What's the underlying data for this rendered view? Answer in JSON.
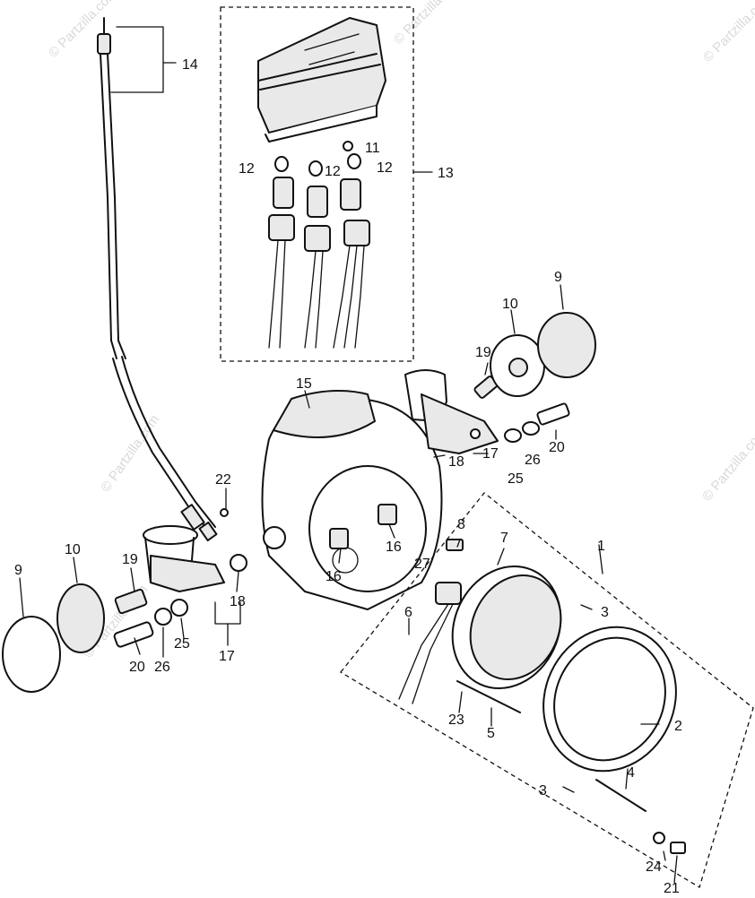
{
  "watermark": "© Partzilla.com",
  "labels": {
    "l1": "1",
    "l2": "2",
    "l3a": "3",
    "l3b": "3",
    "l4": "4",
    "l5": "5",
    "l6": "6",
    "l7": "7",
    "l8": "8",
    "l9a": "9",
    "l9b": "9",
    "l10a": "10",
    "l10b": "10",
    "l11": "11",
    "l12a": "12",
    "l12b": "12",
    "l12c": "12",
    "l13": "13",
    "l14": "14",
    "l15": "15",
    "l16a": "16",
    "l16b": "16",
    "l17a": "17",
    "l17b": "17",
    "l18a": "18",
    "l18b": "18",
    "l19a": "19",
    "l19b": "19",
    "l20a": "20",
    "l20b": "20",
    "l21": "21",
    "l22": "22",
    "l23": "23",
    "l24": "24",
    "l25a": "25",
    "l25b": "25",
    "l26a": "26",
    "l26b": "26",
    "l27": "27"
  }
}
